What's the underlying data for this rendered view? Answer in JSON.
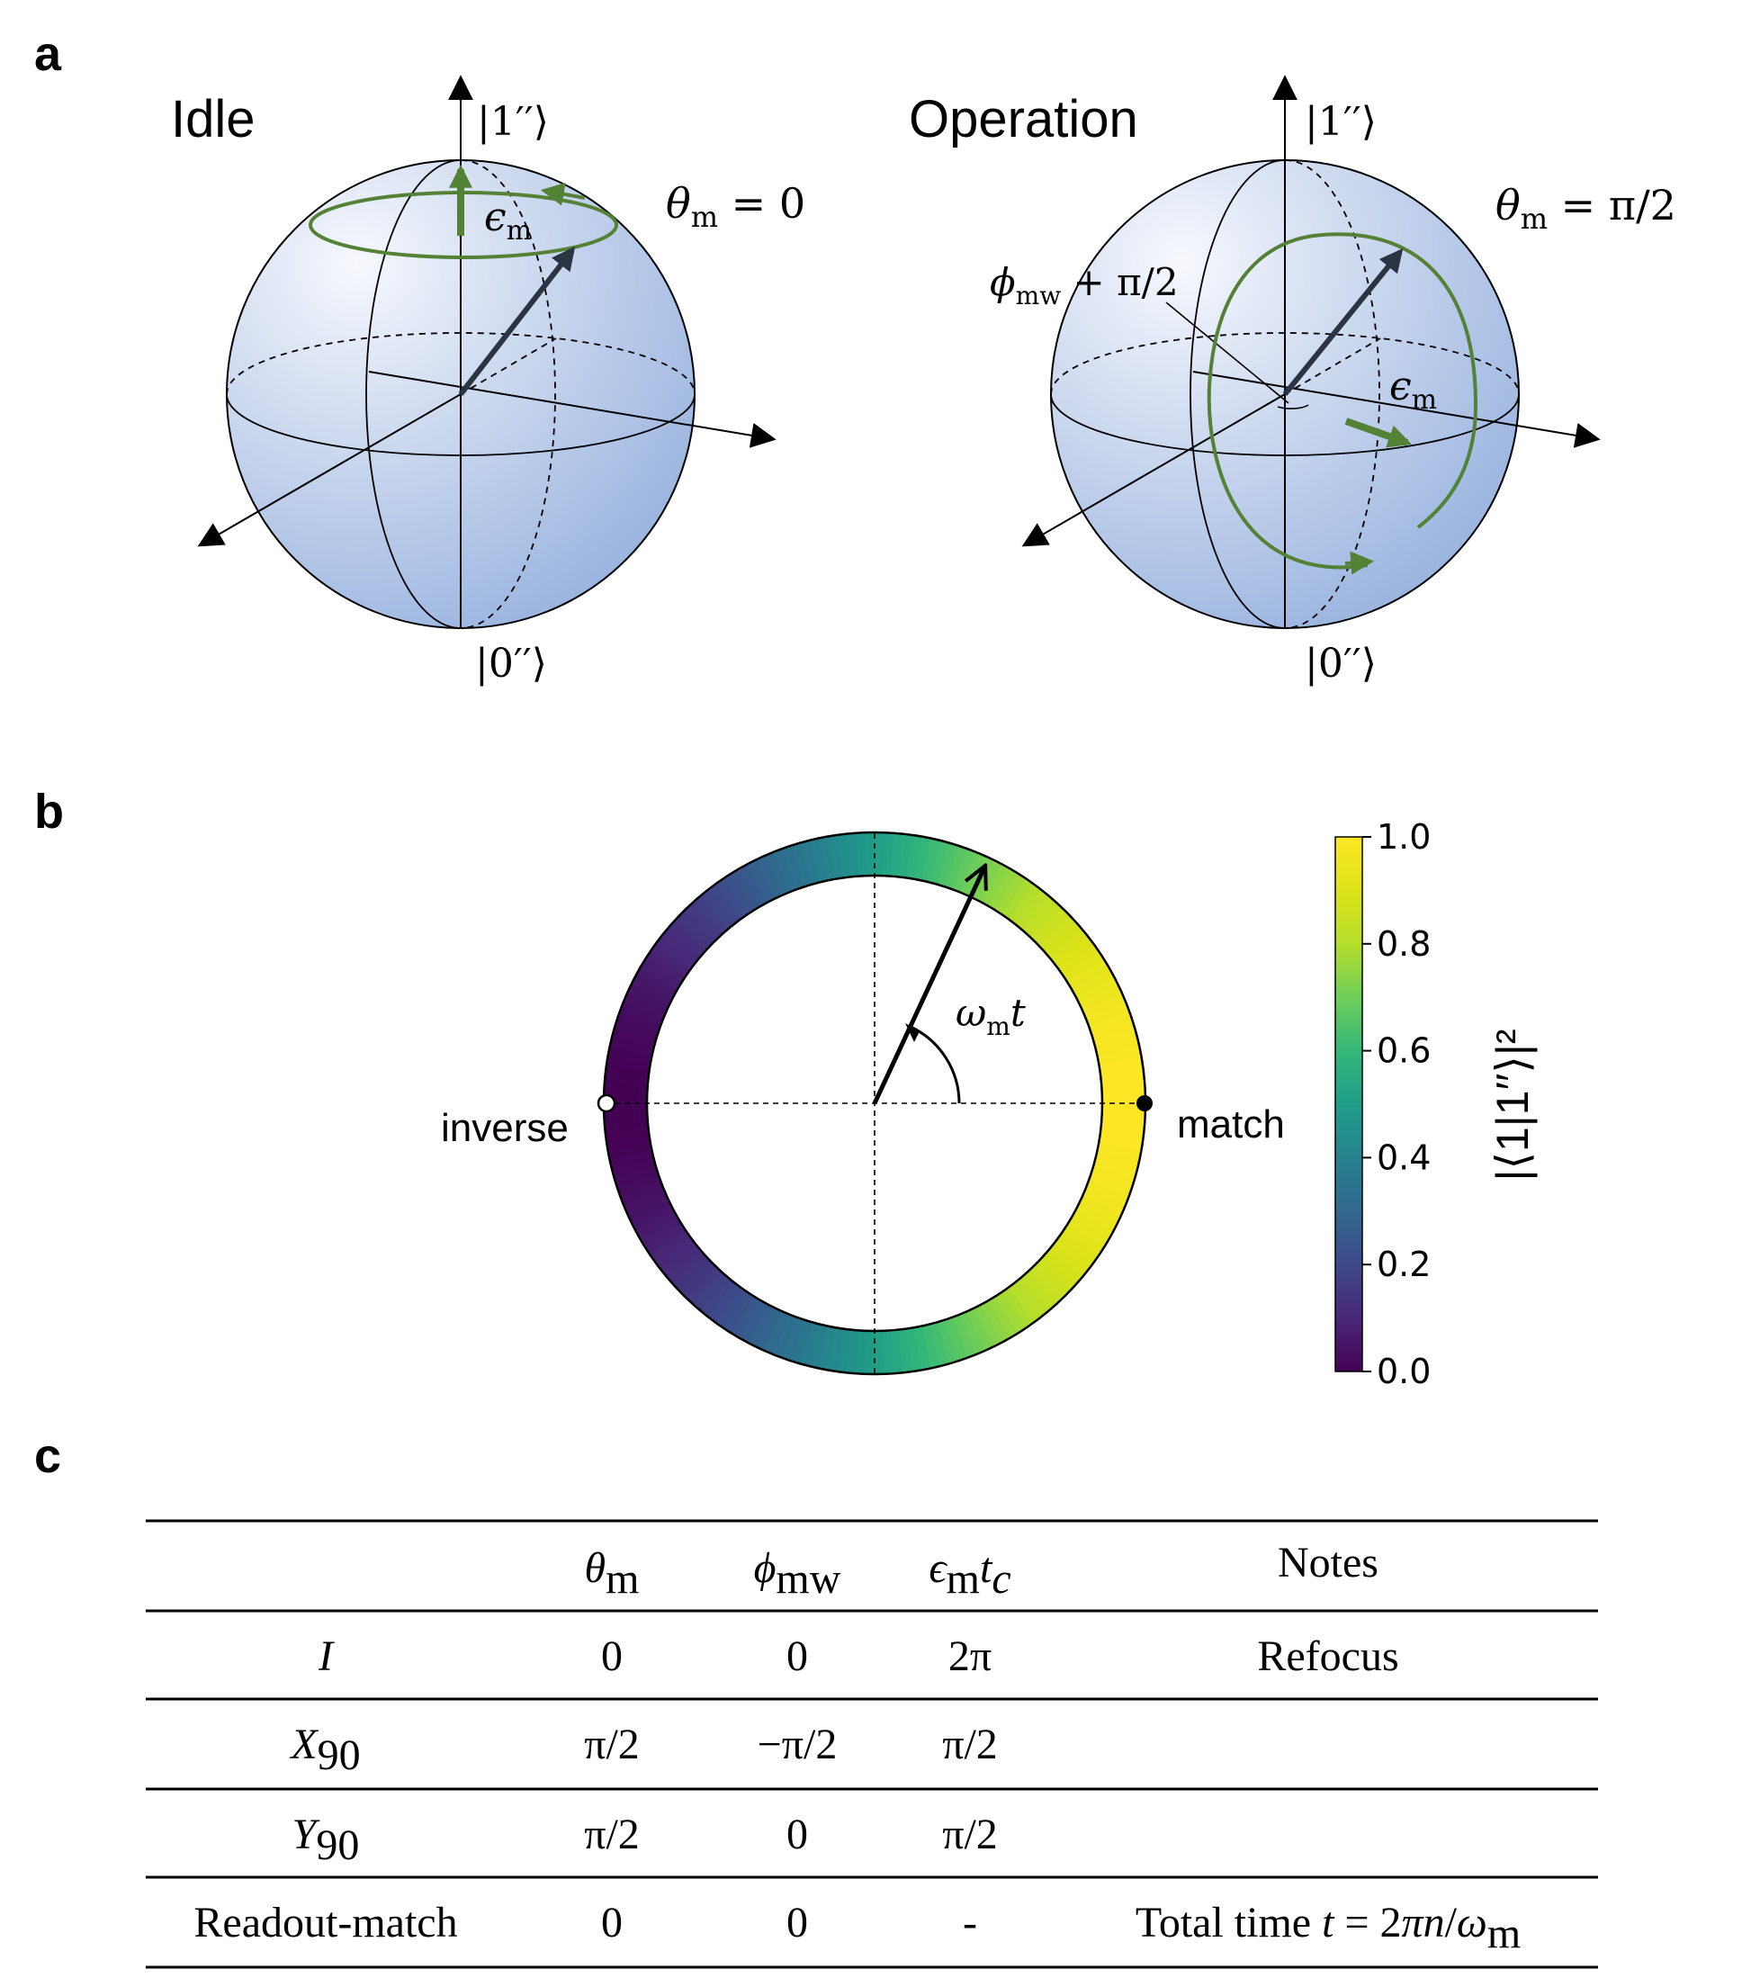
{
  "panel_a": {
    "letter": "a",
    "left": {
      "title": "Idle",
      "ket_top": "|1′′⟩",
      "ket_bottom": "|0′′⟩",
      "theta_sym": "θ",
      "theta_sub": "m",
      "theta_val": " = 0",
      "eps_sym": "ϵ",
      "eps_sub": "m"
    },
    "right": {
      "title": "Operation",
      "ket_top": "|1′′⟩",
      "ket_bottom": "|0′′⟩",
      "theta_sym": "θ",
      "theta_sub": "m",
      "theta_val": " = π/2",
      "eps_sym": "ϵ",
      "eps_sub": "m",
      "phi_sym": "ϕ",
      "phi_sub": "mw",
      "phi_val": " + π/2"
    },
    "colors": {
      "sphere": "#a9bfe3",
      "arrow": "#2b3442",
      "green": "#538135"
    }
  },
  "panel_b": {
    "letter": "b",
    "left_label": "inverse",
    "right_label": "match",
    "omega_sym": "ω",
    "omega_sub": "m",
    "omega_t": "t",
    "colorbar": {
      "label": "|⟨1|1′′⟩|²",
      "ticks": [
        "0.0",
        "0.2",
        "0.4",
        "0.6",
        "0.8",
        "1.0"
      ],
      "colormap": "viridis"
    }
  },
  "panel_c": {
    "letter": "c",
    "headers": [
      "",
      "θm",
      "ϕmw",
      "ϵmtc",
      "Notes"
    ],
    "rows": [
      [
        "I",
        "0",
        "0",
        "2π",
        "Refocus"
      ],
      [
        "X90",
        "π/2",
        "−π/2",
        "π/2",
        ""
      ],
      [
        "Y90",
        "π/2",
        "0",
        "π/2",
        ""
      ],
      [
        "Readout-match",
        "0",
        "0",
        "-",
        "Total time t = 2πn/ωm"
      ]
    ]
  }
}
